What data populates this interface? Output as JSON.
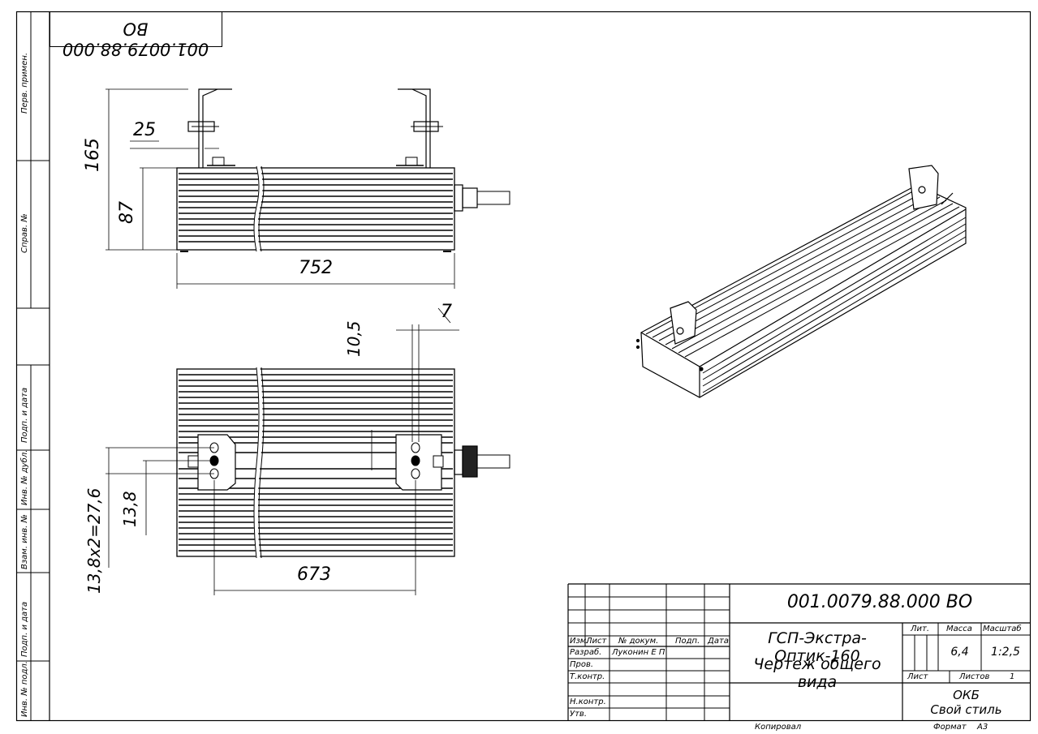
{
  "stamp_top": "001.0079.88.000 ВО",
  "dimensions": {
    "d165": "165",
    "d87": "87",
    "d25": "25",
    "d752": "752",
    "d10_5": "10,5",
    "d7": "7",
    "d13_8": "13,8",
    "d13_8x2": "13,8х2=27,6",
    "d673": "673"
  },
  "side_strip": {
    "perv_primen": "Перв. примен.",
    "sprav": "Справ. №",
    "podp_data_1": "Подп. и дата",
    "inv_dubl": "Инв. № дубл.",
    "vzam_inv": "Взам. инв. №",
    "podp_data_2": "Подп. и дата",
    "inv_podl": "Инв. № подл."
  },
  "title_block": {
    "designation": "001.0079.88.000 ВО",
    "name_line1": "ГСП-Экстра-Оптик-160",
    "name_line2": "Чертеж общего вида",
    "col_izm": "Изм.",
    "col_list": "Лист",
    "col_ndokum": "№ докум.",
    "col_podp": "Подп.",
    "col_data": "Дата",
    "razrab": "Разраб.",
    "razrab_name": "Луконин Е П",
    "prov": "Пров.",
    "tkontr": "Т.контр.",
    "nkontr": "Н.контр.",
    "utv": "Утв.",
    "lit": "Лит.",
    "massa": "Масса",
    "masshtab": "Масштаб",
    "massa_val": "6,4",
    "masshtab_val": "1:2,5",
    "list": "Лист",
    "listov": "Листов",
    "listov_val": "1",
    "org1": "ОКБ",
    "org2": "Свой стиль",
    "kopiroval": "Копировал",
    "format": "Формат",
    "format_val": "А3"
  }
}
